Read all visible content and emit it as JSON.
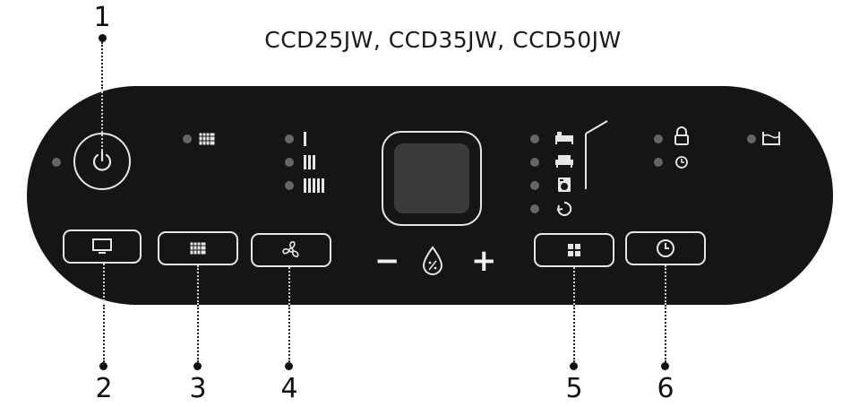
{
  "model_title": "CCD25JW, CCD35JW, CCD50JW",
  "callouts": [
    "1",
    "2",
    "3",
    "4",
    "5",
    "6"
  ],
  "display_controls": {
    "minus": "−",
    "plus": "+"
  },
  "icons": {
    "power": "power-icon",
    "mode": "monitor-icon",
    "dehumidify": "grid-icon",
    "fan": "fan-icon",
    "water": "water-drop-icon",
    "program": "four-squares-icon",
    "timer": "clock-icon",
    "lock": "lock-icon",
    "tank": "tank-full-icon"
  },
  "colors": {
    "panel": "#151515",
    "outline": "#e6e6e6",
    "led_off": "#666666"
  }
}
